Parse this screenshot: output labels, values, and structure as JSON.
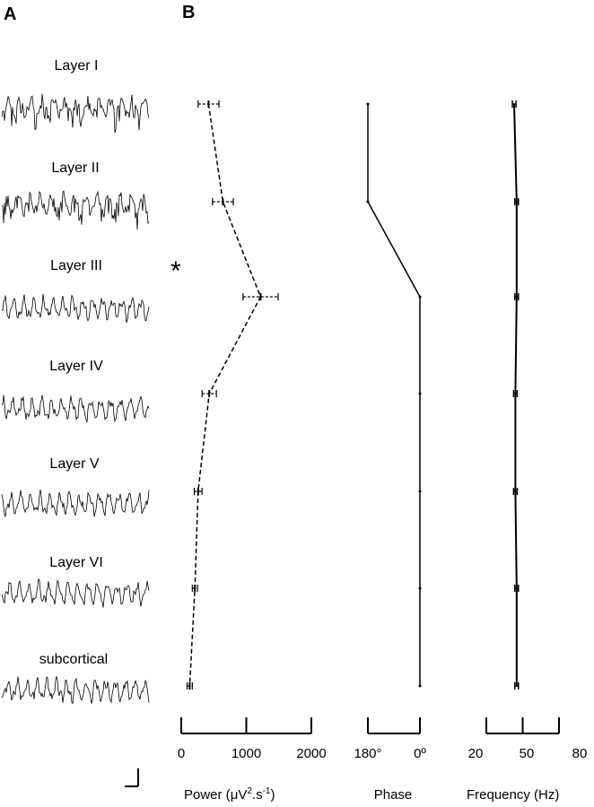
{
  "panels": {
    "a": "A",
    "b": "B"
  },
  "asterisk": "*",
  "chart_data": {
    "type": "line",
    "layers": [
      "Layer I",
      "Layer II",
      "Layer III",
      "Layer IV",
      "Layer V",
      "Layer VI",
      "subcortical"
    ],
    "power": {
      "xlabel_main": "Power (",
      "xlabel_mu": "μ",
      "xlabel_v": "V",
      "xlabel_sup2": "2",
      "xlabel_dot_s": ".s",
      "xlabel_sup_neg1": "-1",
      "xlabel_end": ")",
      "ticks": [
        "0",
        "1000",
        "2000"
      ],
      "xlim": [
        0,
        2000
      ],
      "line_style": "dashed",
      "values": [
        420,
        640,
        1220,
        430,
        260,
        210,
        130
      ],
      "errors": [
        160,
        160,
        270,
        110,
        60,
        40,
        40
      ]
    },
    "phase": {
      "xlabel": "Phase",
      "ticks": [
        "180°",
        "0º"
      ],
      "xlim_deg": [
        180,
        0
      ],
      "line_style": "solid",
      "values_deg": [
        180,
        180,
        0,
        0,
        0,
        0,
        0
      ]
    },
    "frequency": {
      "xlabel": "Frequency (Hz)",
      "ticks": [
        "20",
        "50",
        "80"
      ],
      "line_style": "solid",
      "values": [
        43,
        45,
        45,
        44,
        44,
        45,
        45
      ],
      "errors": [
        1.5,
        1.5,
        1.5,
        1.5,
        1.5,
        1.5,
        1.5
      ]
    }
  }
}
